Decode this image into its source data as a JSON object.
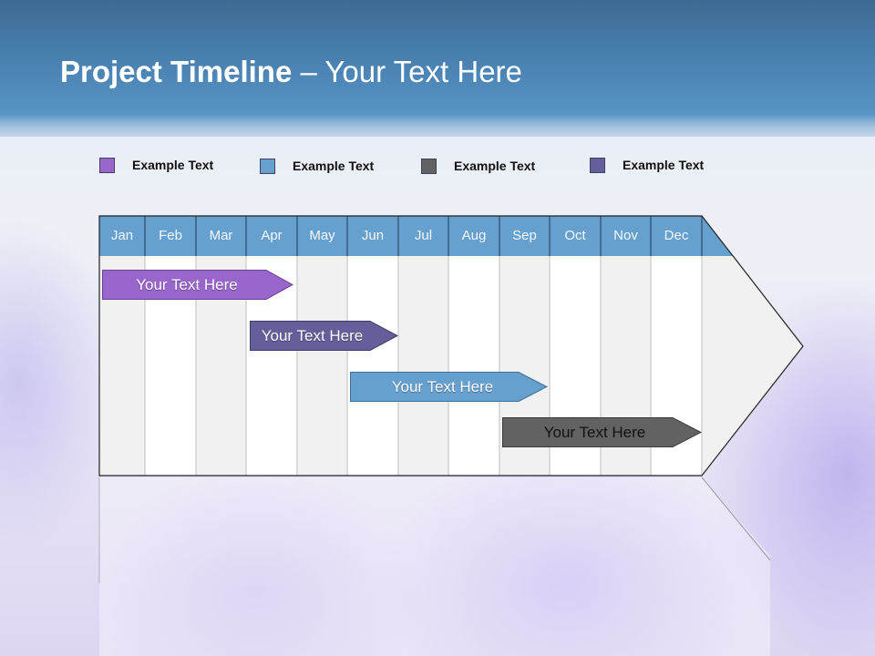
{
  "slide": {
    "title_bold": "Project Timeline",
    "title_rest": " – Your Text Here"
  },
  "legend": [
    {
      "label": "Example Text",
      "color": "#9966cc"
    },
    {
      "label": "Example Text",
      "color": "#66a0cf"
    },
    {
      "label": "Example Text",
      "color": "#626262"
    },
    {
      "label": "Example Text",
      "color": "#645f9b"
    }
  ],
  "timeline": {
    "header_color": "#66a0cf",
    "months": [
      "Jan",
      "Feb",
      "Mar",
      "Apr",
      "May",
      "Jun",
      "Jul",
      "Aug",
      "Sep",
      "Oct",
      "Nov",
      "Dec"
    ],
    "tasks": [
      {
        "label": "Your  Text Here",
        "color": "#9966cc",
        "start_month": "Jan",
        "end_month": "Apr"
      },
      {
        "label": "Your  Text Here",
        "color": "#645f9b",
        "start_month": "Apr",
        "end_month": "Jun"
      },
      {
        "label": "Your  Text Here",
        "color": "#66a0cf",
        "start_month": "Jun",
        "end_month": "Sep"
      },
      {
        "label": "Your  Text Here",
        "color": "#626262",
        "start_month": "Sep",
        "end_month": "Dec"
      }
    ]
  }
}
